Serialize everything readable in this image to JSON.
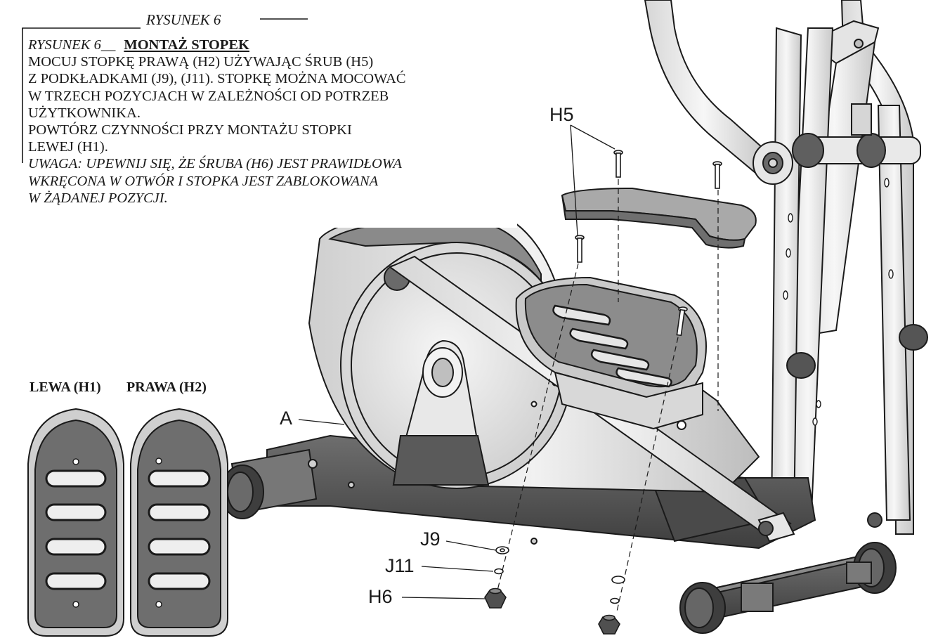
{
  "figure_title": "RYSUNEK 6",
  "instructions": {
    "header_prefix": "RYSUNEK 6__",
    "header_title": "MONTAŻ STOPEK",
    "lines": [
      "MOCUJ STOPKĘ PRAWĄ (H2) UŻYWAJĄC ŚRUB (H5)",
      "Z PODKŁADKAMI (J9), (J11). STOPKĘ MOŻNA MOCOWAĆ",
      "W TRZECH POZYCJACH W ZALEŻNOŚCI OD POTRZEB",
      "UŻYTKOWNIKA.",
      "POWTÓRZ CZYNNOŚCI PRZY MONTAŻU STOPKI",
      "LEWEJ (H1)."
    ],
    "note_lines": [
      "UWAGA: UPEWNIJ SIĘ, ŻE ŚRUBA (H6) JEST PRAWIDŁOWA",
      "WKRĘCONA W OTWÓR I STOPKA JEST ZABLOKOWANA",
      "W ŻĄDANEJ POZYCJI."
    ]
  },
  "pedal_labels": {
    "left": "LEWA (H1)",
    "right": "PRAWA (H2)"
  },
  "part_labels": {
    "h5": "H5",
    "a": "A",
    "j9": "J9",
    "j11": "J11",
    "h6": "H6"
  },
  "colors": {
    "ink": "#1a1a1a",
    "dark_gray": "#5a5a5a",
    "mid_gray": "#8c8c8c",
    "light_gray": "#d9d9d9",
    "pale_gray": "#eeeeee"
  }
}
